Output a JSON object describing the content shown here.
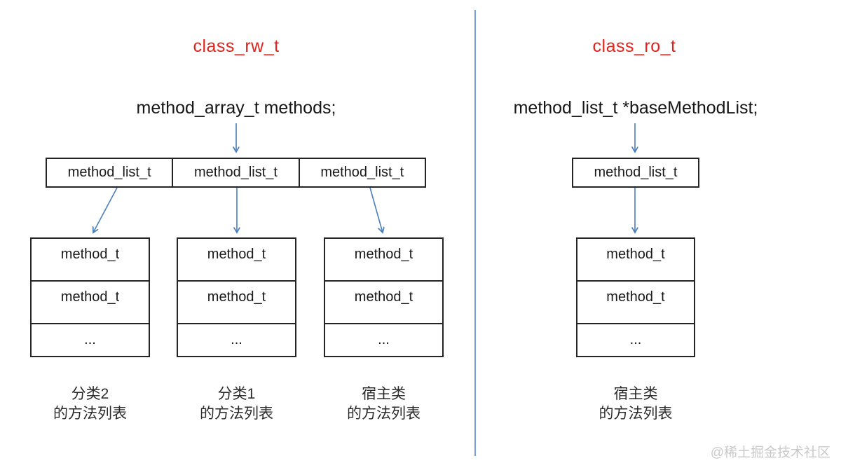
{
  "colors": {
    "title_red": "#e0231c",
    "arrow_blue": "#4a7ebc",
    "divider_blue": "#74a2d8",
    "border_dark": "#242424",
    "watermark_gray": "#c9c9c9"
  },
  "left_panel": {
    "title": "class_rw_t",
    "declaration": "method_array_t methods;",
    "list_row_cells": [
      "method_list_t",
      "method_list_t",
      "method_list_t"
    ],
    "tables": [
      {
        "rows": [
          "method_t",
          "method_t",
          "..."
        ],
        "caption_line1": "分类2",
        "caption_line2": "的方法列表"
      },
      {
        "rows": [
          "method_t",
          "method_t",
          "..."
        ],
        "caption_line1": "分类1",
        "caption_line2": "的方法列表"
      },
      {
        "rows": [
          "method_t",
          "method_t",
          "..."
        ],
        "caption_line1": "宿主类",
        "caption_line2": "的方法列表"
      }
    ]
  },
  "right_panel": {
    "title": "class_ro_t",
    "declaration": "method_list_t *baseMethodList;",
    "list_box": "method_list_t",
    "table": {
      "rows": [
        "method_t",
        "method_t",
        "..."
      ],
      "caption_line1": "宿主类",
      "caption_line2": "的方法列表"
    }
  },
  "watermark": "@稀土掘金技术社区"
}
